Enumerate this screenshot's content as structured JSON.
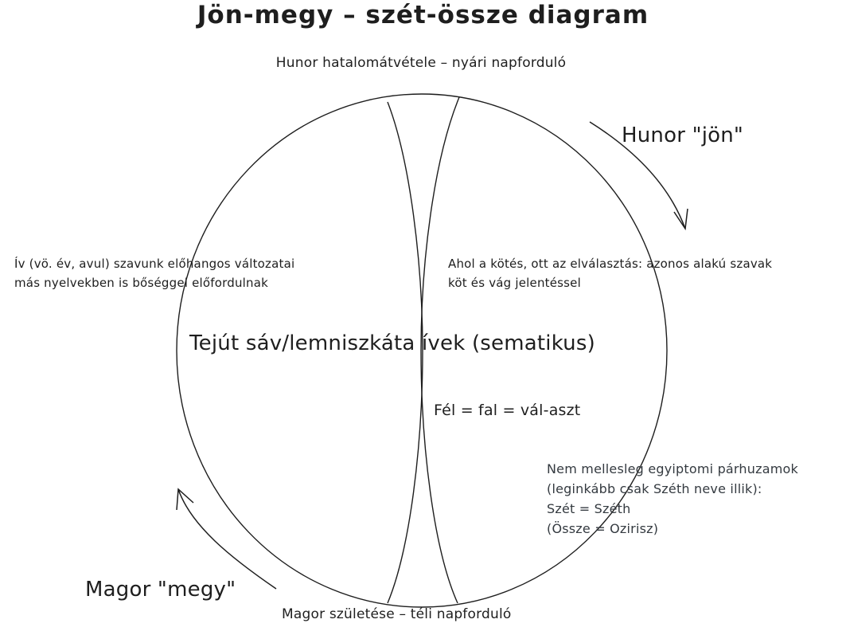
{
  "title": "Jön-megy – szét-össze diagram",
  "top_caption": "Hunor hatalomátvétele – nyári napforduló",
  "bottom_caption": "Magor születése – téli napforduló",
  "hunor_label": "Hunor \"jön\"",
  "magor_label": "Magor \"megy\"",
  "center_label": "Tejút sáv/lemniszkáta ívek (sematikus)",
  "left_note": [
    "Ív (vö. év, avul) szavunk előhangos változatai",
    "más nyelvekben is bőséggel előfordulnak"
  ],
  "right_note": [
    "Ahol a kötés, ott az elválasztás: azonos alakú szavak",
    "köt és vág jelentéssel"
  ],
  "equation_label": "Fél = fal = vál-aszt",
  "egypt_note": [
    "Nem mellesleg egyiptomi párhuzamok",
    "(leginkább csak Széth neve illik):",
    "Szét = Széth",
    "(Össze = Ozirisz)"
  ],
  "colors": {
    "stroke": "#1e1e1e",
    "muted_text": "#343a40",
    "background": "#ffffff"
  }
}
